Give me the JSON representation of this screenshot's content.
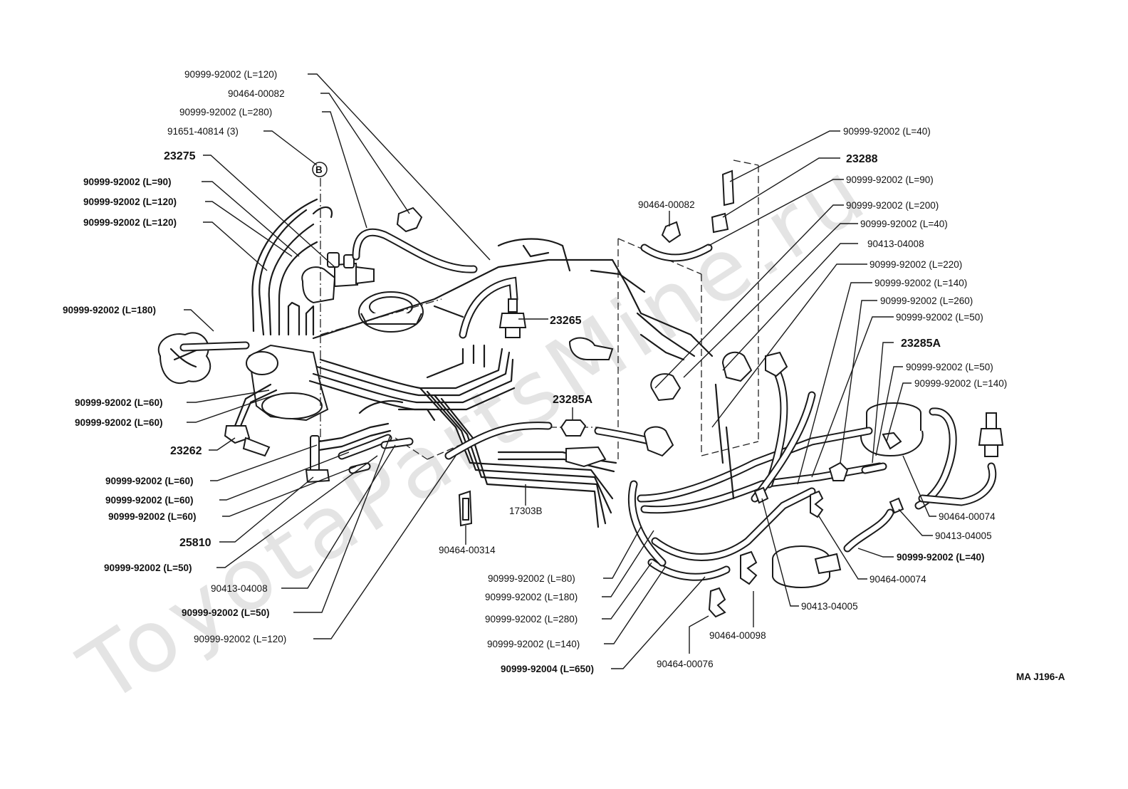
{
  "watermark": "ToyotaPartsMine.ru",
  "diagram_code": "MA  J196-A",
  "labels_left": [
    {
      "id": "l1",
      "text": "90999-92002 (L=120)"
    },
    {
      "id": "l2",
      "text": "90464-00082"
    },
    {
      "id": "l3",
      "text": "90999-92002 (L=280)"
    },
    {
      "id": "l4",
      "text": "91651-40814 (3)"
    },
    {
      "id": "l5",
      "text": "23275"
    },
    {
      "id": "l6",
      "text": "90999-92002 (L=90)"
    },
    {
      "id": "l7",
      "text": "90999-92002 (L=120)"
    },
    {
      "id": "l8",
      "text": "90999-92002 (L=120)"
    },
    {
      "id": "l9",
      "text": "90999-92002 (L=180)"
    },
    {
      "id": "l10",
      "text": "90999-92002 (L=60)"
    },
    {
      "id": "l11",
      "text": "90999-92002 (L=60)"
    },
    {
      "id": "l12",
      "text": "23262"
    },
    {
      "id": "l13",
      "text": "90999-92002 (L=60)"
    },
    {
      "id": "l14",
      "text": "90999-92002 (L=60)"
    },
    {
      "id": "l15",
      "text": "90999-92002 (L=60)"
    },
    {
      "id": "l16",
      "text": "25810"
    },
    {
      "id": "l17",
      "text": "90999-92002 (L=50)"
    },
    {
      "id": "l18",
      "text": "90413-04008"
    },
    {
      "id": "l19",
      "text": "90999-92002 (L=50)"
    },
    {
      "id": "l20",
      "text": "90999-92002 (L=120)"
    }
  ],
  "labels_center": [
    {
      "id": "c1",
      "text": "23265"
    },
    {
      "id": "c2",
      "text": "23285A"
    },
    {
      "id": "c3",
      "text": "17303B"
    },
    {
      "id": "c4",
      "text": "90464-00314"
    },
    {
      "id": "c5",
      "text": "90464-00082"
    },
    {
      "id": "c6",
      "text": "B"
    }
  ],
  "labels_right": [
    {
      "id": "r1",
      "text": "90999-92002 (L=40)"
    },
    {
      "id": "r2",
      "text": "23288"
    },
    {
      "id": "r3",
      "text": "90999-92002 (L=90)"
    },
    {
      "id": "r4",
      "text": "90999-92002 (L=200)"
    },
    {
      "id": "r5",
      "text": "90999-92002 (L=40)"
    },
    {
      "id": "r6",
      "text": "90413-04008"
    },
    {
      "id": "r7",
      "text": "90999-92002 (L=220)"
    },
    {
      "id": "r8",
      "text": "90999-92002 (L=140)"
    },
    {
      "id": "r9",
      "text": "90999-92002 (L=260)"
    },
    {
      "id": "r10",
      "text": "90999-92002 (L=50)"
    },
    {
      "id": "r11",
      "text": "23285A"
    },
    {
      "id": "r12",
      "text": "90999-92002 (L=50)"
    },
    {
      "id": "r13",
      "text": "90999-92002 (L=140)"
    },
    {
      "id": "r14",
      "text": "90464-00074"
    },
    {
      "id": "r15",
      "text": "90413-04005"
    },
    {
      "id": "r16",
      "text": "90999-92002 (L=40)"
    },
    {
      "id": "r17",
      "text": "90464-00074"
    },
    {
      "id": "r18",
      "text": "90413-04005"
    },
    {
      "id": "r19",
      "text": "90464-00098"
    },
    {
      "id": "r20",
      "text": "90464-00076"
    }
  ],
  "labels_bottom": [
    {
      "id": "b1",
      "text": "90999-92002 (L=80)"
    },
    {
      "id": "b2",
      "text": "90999-92002 (L=180)"
    },
    {
      "id": "b3",
      "text": "90999-92002 (L=280)"
    },
    {
      "id": "b4",
      "text": "90999-92002 (L=140)"
    },
    {
      "id": "b5",
      "text": "90999-92004 (L=650)"
    }
  ]
}
